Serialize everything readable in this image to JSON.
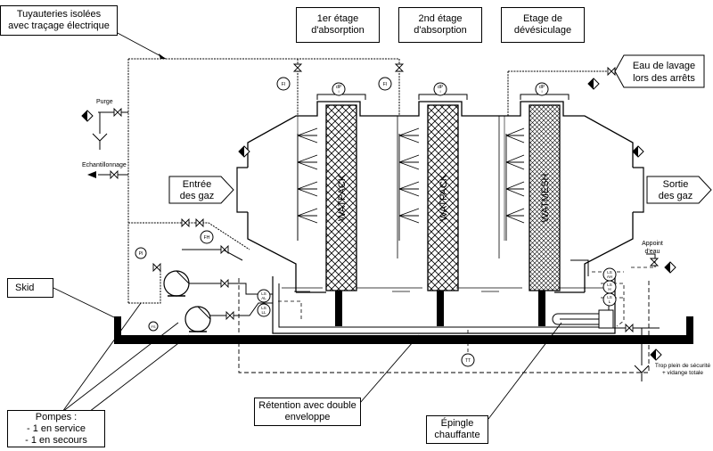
{
  "labels": {
    "tuyauteries": "Tuyauteries isolées\navec traçage électrique",
    "etage1": "1er étage\nd'absorption",
    "etage2": "2nd  étage\nd'absorption",
    "etage3": "Etage de\ndévésiculage",
    "eau_lavage": "Eau de lavage\nlors des arrêts",
    "entree_line1": "Entrée",
    "entree_line2": "des gaz",
    "sortie_line1": "Sortie",
    "sortie_line2": "des gaz",
    "purge": "Purge",
    "echantillonnage": "Echantillonnage",
    "appoint_line1": "Appoint",
    "appoint_line2": "d'eau",
    "trop_plein_line1": "Trop plein de sécurité",
    "trop_plein_line2": "+ vidange totale",
    "skid": "Skid",
    "pompes": "Pompes :\n- 1 en service\n- 1 en secours",
    "retention": "Rétention avec double\nenveloppe",
    "epingle": "Épingle\nchauffante",
    "packing1": "WATPACK",
    "packing2": "WATPACK",
    "packing3": "WATMESH",
    "dp": "dP",
    "dp_sub": "I",
    "fi": "FI",
    "fh": "FH",
    "pi": "PI",
    "tt": "TT",
    "ls": "LS",
    "al": "AL",
    "ll": "LL",
    "ah": "AH",
    "h": "H",
    "l": "L",
    "fs": "FS"
  }
}
